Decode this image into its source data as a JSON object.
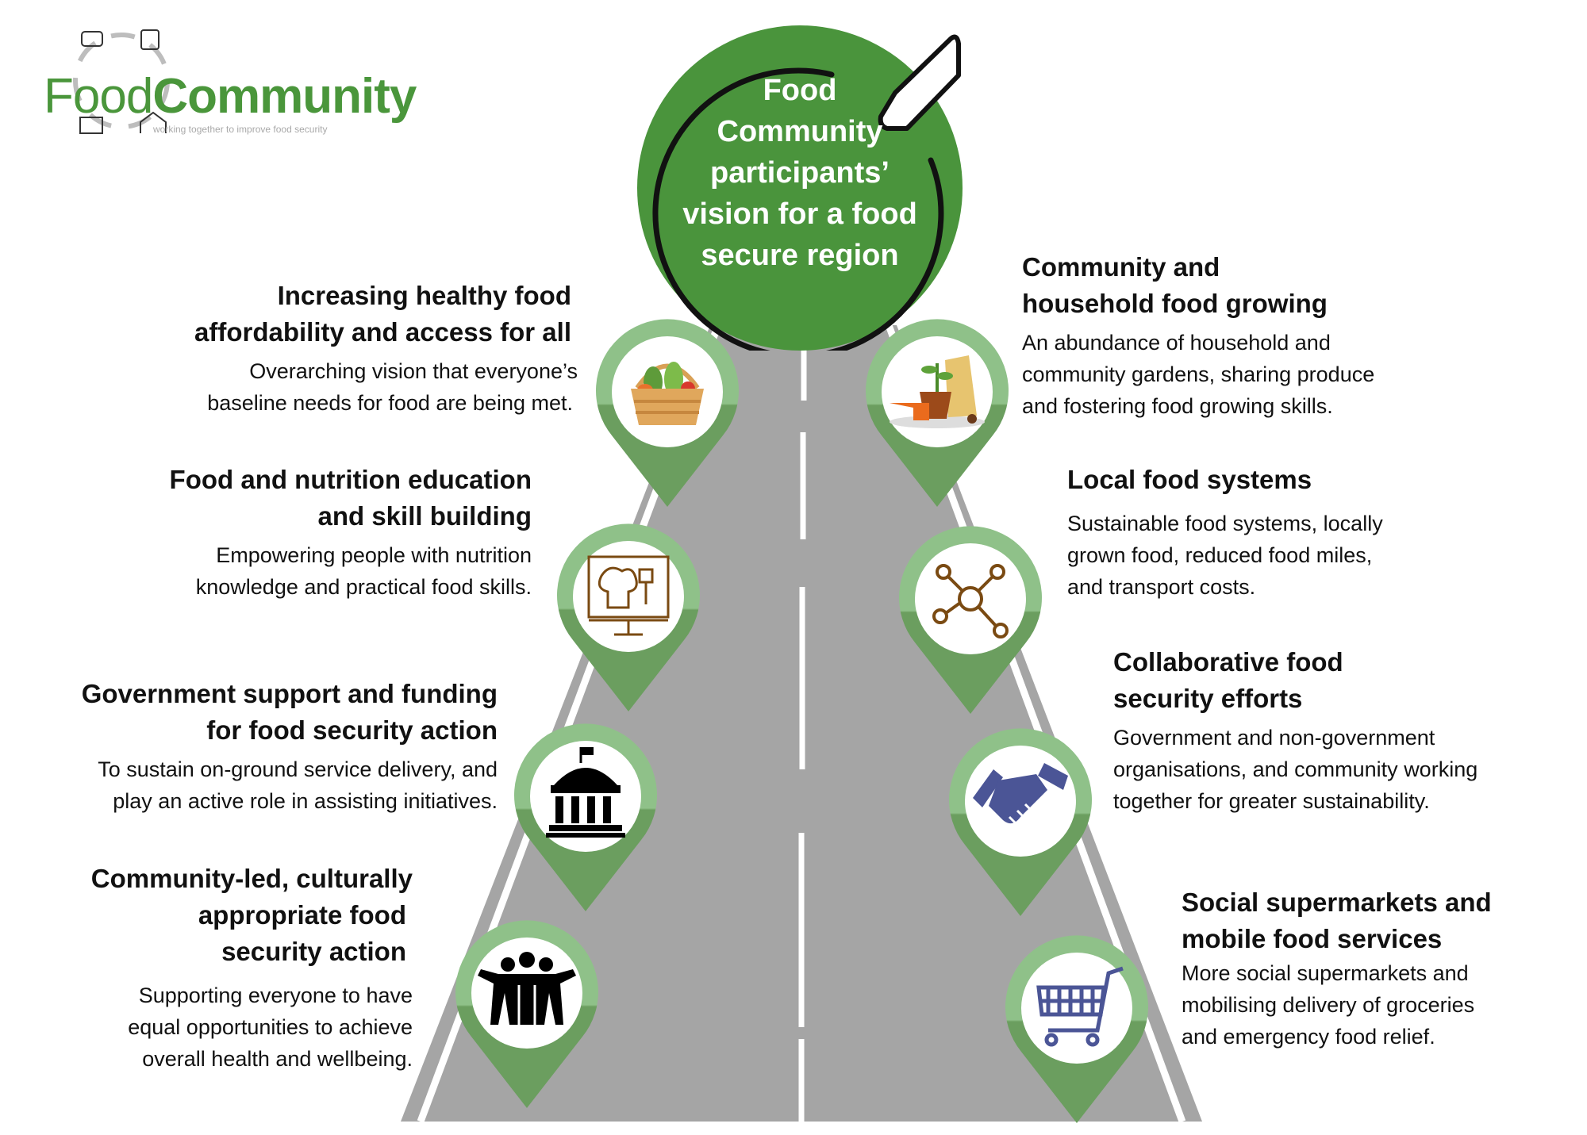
{
  "logo": {
    "word1": "Food",
    "word2": "Community",
    "tagline": "working together to improve food security"
  },
  "hub": {
    "title": "Food Community participants’ vision for a food secure region",
    "icon": "arrow-target-icon"
  },
  "colors": {
    "hub_green": "#4a943c",
    "pin_light": "#8fc189",
    "pin_dark": "#6b9e5f",
    "road": "#a5a5a5",
    "icon_brown": "#7a4a12",
    "icon_navy": "#4b5596"
  },
  "left_items": [
    {
      "heading_lines": [
        "Increasing healthy food",
        "affordability and access for all"
      ],
      "body_lines": [
        "Overarching vision that everyone’s",
        "baseline needs for food are being met."
      ],
      "icon": "food-basket-icon"
    },
    {
      "heading_lines": [
        "Food and nutrition education",
        "and skill building"
      ],
      "body_lines": [
        "Empowering people with nutrition",
        "knowledge and practical food skills."
      ],
      "icon": "chef-presentation-board-icon"
    },
    {
      "heading_lines": [
        "Government support and funding",
        "for food security action"
      ],
      "body_lines": [
        "To sustain on-ground service delivery, and",
        "play an active role in assisting initiatives."
      ],
      "icon": "government-building-icon"
    },
    {
      "heading_lines": [
        "Community-led, culturally",
        "appropriate food",
        "security action"
      ],
      "body_lines": [
        "Supporting everyone to have",
        "equal opportunities to achieve",
        "overall health and wellbeing."
      ],
      "icon": "people-group-icon"
    }
  ],
  "right_items": [
    {
      "heading_lines": [
        "Community and",
        "household food growing"
      ],
      "body_lines": [
        "An abundance of household and",
        "community gardens, sharing produce",
        "and fostering food growing skills."
      ],
      "icon": "gardening-icon"
    },
    {
      "heading_lines": [
        "Local food systems"
      ],
      "body_lines": [
        "Sustainable food systems, locally",
        "grown food, reduced food miles,",
        "and transport costs."
      ],
      "icon": "network-nodes-icon"
    },
    {
      "heading_lines": [
        "Collaborative food",
        "security efforts"
      ],
      "body_lines": [
        "Government and non-government",
        "organisations, and community working",
        "together for greater sustainability."
      ],
      "icon": "handshake-icon"
    },
    {
      "heading_lines": [
        "Social supermarkets and",
        "mobile food services"
      ],
      "body_lines": [
        "More social supermarkets and",
        "mobilising delivery of groceries",
        "and emergency food relief."
      ],
      "icon": "shopping-cart-icon"
    }
  ]
}
